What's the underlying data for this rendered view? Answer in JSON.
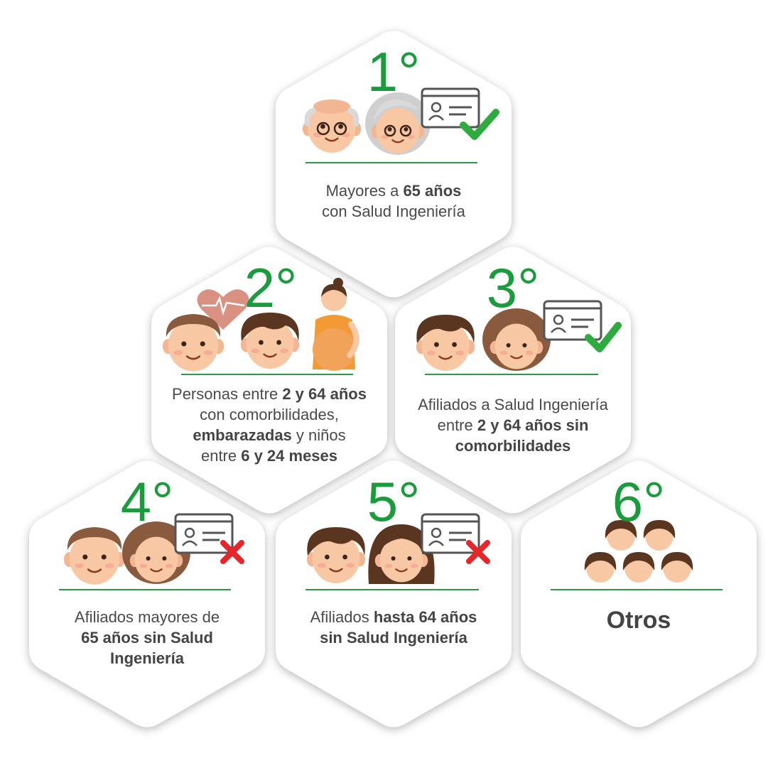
{
  "colors": {
    "accent": "#1a9b3c",
    "divider": "#2e9a45",
    "text": "#4a4a4a",
    "check": "#2eab3f",
    "cross": "#e5262b",
    "skin": "#f8c7a4",
    "hair_dark": "#5a3520",
    "hair_brown": "#8a5a3f",
    "hair_grey": "#cfcfcf",
    "shirt": "#f39a34"
  },
  "cards": [
    {
      "rank": "1°",
      "icons": [
        "bald-elder-man-icon",
        "elder-woman-icon",
        "id-card-icon",
        "check-icon"
      ],
      "lines": [
        [
          "Mayores a ",
          {
            "b": "65 años"
          }
        ],
        [
          "con Salud Ingeniería"
        ]
      ]
    },
    {
      "rank": "2°",
      "icons": [
        "heart-pulse-icon",
        "man-icon",
        "child-icon",
        "pregnant-woman-icon"
      ],
      "lines": [
        [
          "Personas entre ",
          {
            "b": "2 y 64 años"
          }
        ],
        [
          "con comorbilidades,"
        ],
        [
          {
            "b": "embarazadas"
          },
          " y niños"
        ],
        [
          "entre ",
          {
            "b": "6 y 24 meses"
          }
        ]
      ]
    },
    {
      "rank": "3°",
      "icons": [
        "young-person-icon",
        "woman-icon",
        "id-card-icon",
        "check-icon"
      ],
      "lines": [
        [
          "Afiliados a Salud Ingeniería"
        ],
        [
          "entre ",
          {
            "b": "2 y 64 años sin"
          }
        ],
        [
          {
            "b": "comorbilidades"
          }
        ]
      ]
    },
    {
      "rank": "4°",
      "icons": [
        "elder-man-icon",
        "elder-woman-icon",
        "id-card-icon",
        "cross-icon"
      ],
      "lines": [
        [
          "Afiliados mayores de"
        ],
        [
          {
            "b": "65 años sin Salud"
          }
        ],
        [
          {
            "b": "Ingeniería"
          }
        ]
      ]
    },
    {
      "rank": "5°",
      "icons": [
        "young-man-icon",
        "young-woman-icon",
        "id-card-icon",
        "cross-icon"
      ],
      "lines": [
        [
          "Afiliados ",
          {
            "b": "hasta 64 años"
          }
        ],
        [
          {
            "b": "sin Salud Ingeniería"
          }
        ]
      ]
    },
    {
      "rank": "6°",
      "icons": [
        "group-of-people-icon"
      ],
      "lines": [
        [
          {
            "b": "Otros"
          }
        ]
      ]
    }
  ]
}
